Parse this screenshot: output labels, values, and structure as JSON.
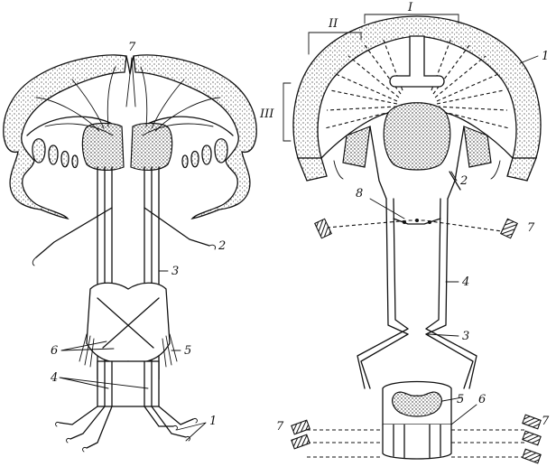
{
  "left_figure": {
    "labels": [
      "7",
      "2",
      "3",
      "6",
      "5",
      "4",
      "1"
    ]
  },
  "right_figure": {
    "labels": [
      "II",
      "I",
      "1",
      "III",
      "2",
      "8",
      "7",
      "4",
      "3",
      "5",
      "6",
      "7",
      "7"
    ]
  }
}
